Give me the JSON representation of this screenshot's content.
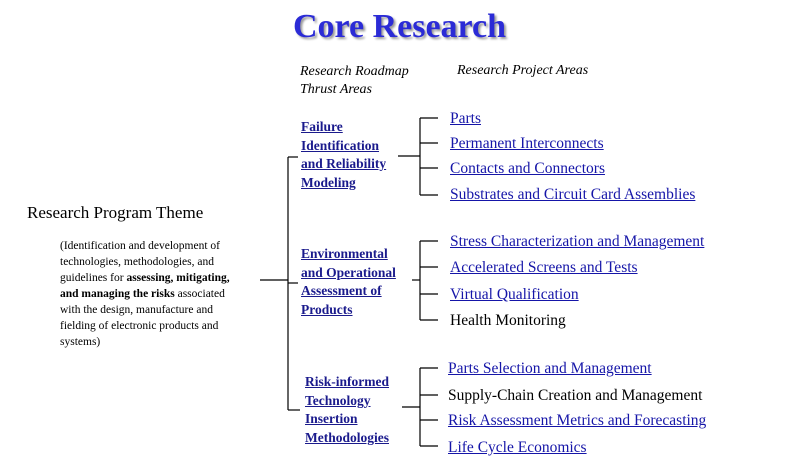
{
  "title": "Core Research",
  "headers": {
    "thrust_line1": "Research Roadmap",
    "thrust_line2": "Thrust Areas",
    "projects": "Research Project Areas"
  },
  "theme": {
    "title": "Research Program Theme",
    "desc_part1": "(Identification and development of technologies, methodologies, and guidelines for ",
    "desc_bold1": "assessing, mitigating, and managing the risks",
    "desc_part2": " associated with the design, manufacture and fielding of electronic products and systems)"
  },
  "thrusts": [
    {
      "lines": [
        "Failure",
        "Identification",
        "and Reliability",
        "Modeling"
      ],
      "projects": [
        {
          "label": "Parts",
          "link": true
        },
        {
          "label": "Permanent Interconnects",
          "link": true
        },
        {
          "label": "Contacts and Connectors",
          "link": true
        },
        {
          "label": "Substrates and Circuit Card Assemblies",
          "link": true
        }
      ]
    },
    {
      "lines": [
        "Environmental",
        "and Operational",
        "Assessment of",
        "Products"
      ],
      "projects": [
        {
          "label": "Stress Characterization and Management",
          "link": true
        },
        {
          "label": "Accelerated  Screens and Tests",
          "link": true
        },
        {
          "label": "Virtual Qualification",
          "link": true
        },
        {
          "label": "Health Monitoring",
          "link": false
        }
      ]
    },
    {
      "lines": [
        "Risk-informed",
        "Technology",
        "Insertion",
        "Methodologies"
      ],
      "projects": [
        {
          "label": "Parts Selection and Management",
          "link": true
        },
        {
          "label": "Supply-Chain Creation and Management",
          "link": false
        },
        {
          "label": "Risk Assessment Metrics and Forecasting",
          "link": true
        },
        {
          "label": "Life Cycle Economics",
          "link": true
        }
      ]
    }
  ]
}
